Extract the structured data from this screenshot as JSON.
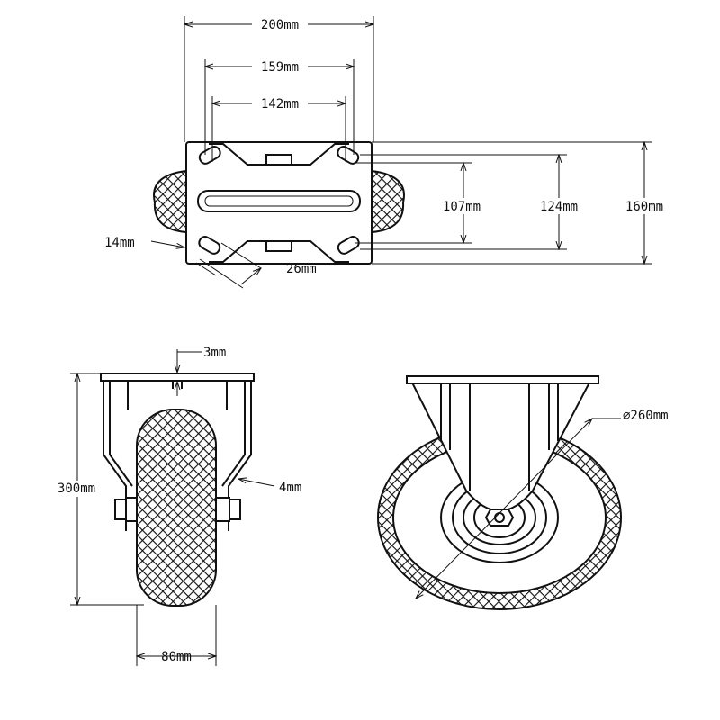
{
  "drawing": {
    "top_view": {
      "width_overall": "200mm",
      "hole_spacing_outer": "159mm",
      "hole_spacing_inner": "142mm",
      "depth_inner": "107mm",
      "depth_outer": "124mm",
      "depth_overall": "160mm",
      "slot_width": "14mm",
      "slot_length": "26mm"
    },
    "front_view": {
      "plate_thickness": "3mm",
      "overall_height": "300mm",
      "bracket_thickness": "4mm",
      "wheel_width": "80mm"
    },
    "side_view": {
      "wheel_diameter": "∅260mm"
    }
  }
}
